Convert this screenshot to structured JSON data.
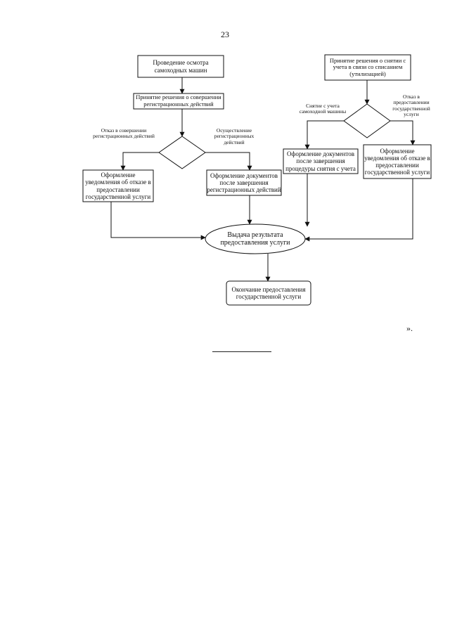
{
  "page": {
    "number": "23",
    "closing": "»."
  },
  "nodes": {
    "inspection": "Проведение осмотра\nсамоходных машин",
    "decision_registration": "Принятие решения о совершении\nрегистрационных действий",
    "refusal_notice_left": "Оформление\nуведомления об отказе в\nпредоставлении\nгосударственной услуги",
    "documents_after_registration": "Оформление документов\nпосле завершения\nрегистрационных действий",
    "decision_deregistration": "Принятие решения о снятии с\nучета в связи со списанием\n(утилизацией)",
    "documents_after_deregistration": "Оформление документов\nпосле завершения\nпроцедуры снятия с учета",
    "refusal_notice_right": "Оформление\nуведомления об отказе в\nпредоставлении\nгосударственной услуги",
    "issue_result": "Выдача результата\nпредоставления  услуги",
    "end_service": "Окончание предоставления\nгосударственной услуги"
  },
  "edge_labels": {
    "refusal_registration": "Отказ в совершении\nрегистрационных действий",
    "perform_registration": "Осуществление\nрегистрационных\nдействий",
    "deregister_machine": "Снятие с учета\nсамоходной машины",
    "refusal_service": "Отказ в\nпредоставлении\nгосударственной\nуслуги"
  }
}
